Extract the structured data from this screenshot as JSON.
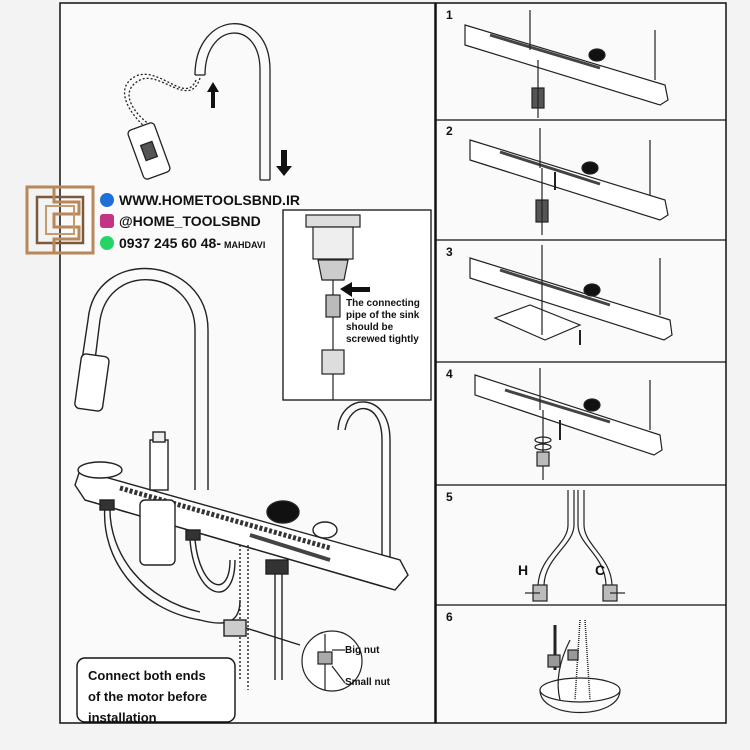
{
  "watermark": {
    "website": "WWW.HOMETOOLSBND.IR",
    "instagram": "@HOME_TOOLSBND",
    "phone": "0937 245 60 48-",
    "name": "MAHDAVI"
  },
  "callouts": {
    "sink_pipe": [
      "The connecting",
      "pipe of the sink",
      "should be",
      "screwed tightly"
    ],
    "motor": [
      "Connect both ends",
      "of the motor before",
      "installation"
    ],
    "big_nut": "Big nut",
    "small_nut": "Small nut",
    "hot": "H",
    "cold": "C"
  },
  "steps": [
    "1",
    "2",
    "3",
    "4",
    "5",
    "6"
  ]
}
